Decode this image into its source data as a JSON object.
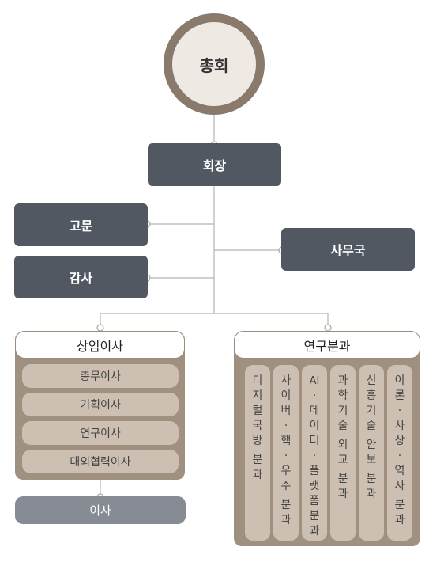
{
  "nodes": {
    "general_assembly": "총회",
    "chairman": "회장",
    "advisor": "고문",
    "auditor": "감사",
    "secretariat": "사무국",
    "standing_directors": "상임이사",
    "research_divisions": "연구분과",
    "directors": "이사"
  },
  "standing_roles": [
    "총무이사",
    "기획이사",
    "연구이사",
    "대외협력이사"
  ],
  "divisions": [
    [
      "디",
      "지",
      "털",
      "국",
      "방",
      "분",
      "과"
    ],
    [
      "사",
      "이",
      "버",
      "·",
      "핵",
      "·",
      "우",
      "주",
      "분",
      "과"
    ],
    [
      "AI",
      "·",
      "데",
      "이",
      "터",
      "·",
      "플",
      "랫",
      "폼",
      "분",
      "과"
    ],
    [
      "과",
      "학",
      "기",
      "술",
      "외",
      "교",
      "분",
      "과"
    ],
    [
      "신",
      "흥",
      "기",
      "술",
      "안",
      "보",
      "분",
      "과"
    ],
    [
      "이",
      "론",
      "·",
      "사",
      "상",
      "·",
      "역",
      "사",
      "분",
      "과"
    ]
  ],
  "colors": {
    "dark_box": "#525862",
    "brown": "#a0907f",
    "light_brown": "#cdbfb1",
    "grey_box": "#878b93",
    "ring": "#8a7a6c"
  }
}
